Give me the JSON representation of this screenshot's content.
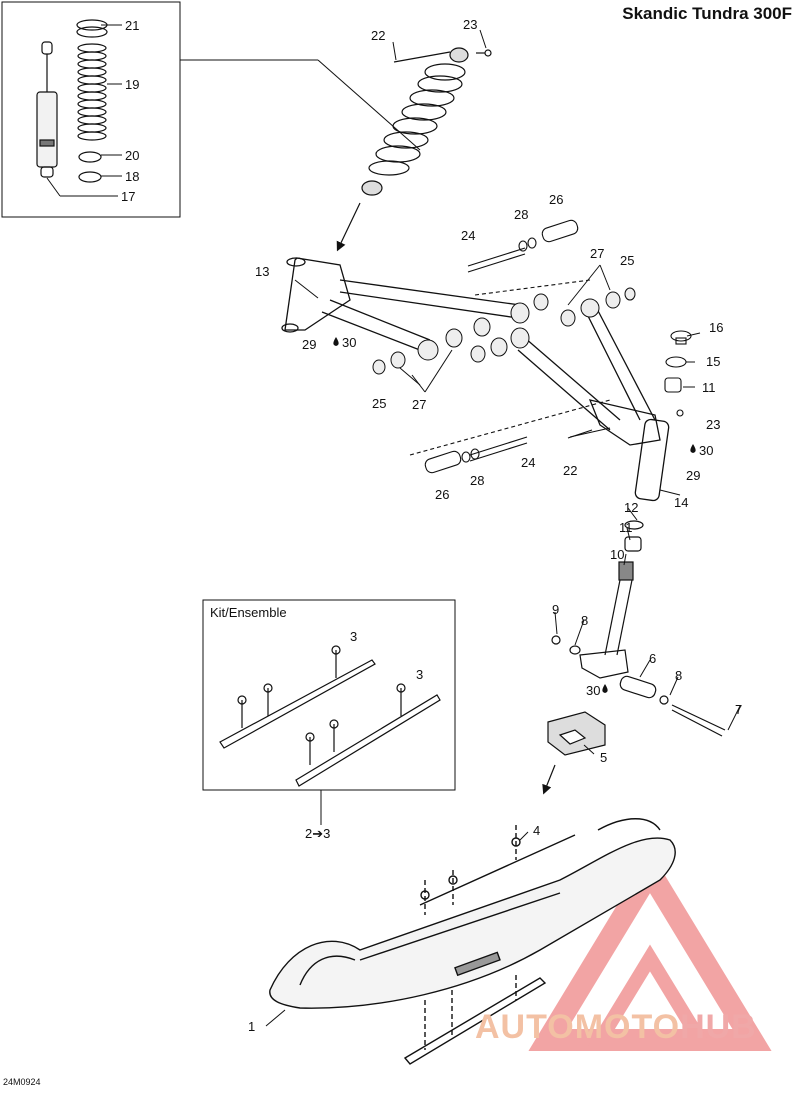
{
  "title": "Skandic Tundra 300F",
  "figure_code": "24M0924",
  "kit_box_label": "Kit/Ensemble",
  "kit_note": "2➔3",
  "watermark": {
    "part1": "AUTOMOTO",
    "part2": "HUB"
  },
  "colors": {
    "line": "#111111",
    "watermark_red": "#e85a5a",
    "watermark_orange": "#f2a06a"
  },
  "callouts": [
    {
      "n": "1"
    },
    {
      "n": "3"
    },
    {
      "n": "3"
    },
    {
      "n": "4"
    },
    {
      "n": "5"
    },
    {
      "n": "6"
    },
    {
      "n": "7"
    },
    {
      "n": "8"
    },
    {
      "n": "8"
    },
    {
      "n": "9"
    },
    {
      "n": "10"
    },
    {
      "n": "11"
    },
    {
      "n": "11"
    },
    {
      "n": "12"
    },
    {
      "n": "13"
    },
    {
      "n": "14"
    },
    {
      "n": "15"
    },
    {
      "n": "16"
    },
    {
      "n": "17"
    },
    {
      "n": "18"
    },
    {
      "n": "19"
    },
    {
      "n": "20"
    },
    {
      "n": "21"
    },
    {
      "n": "22"
    },
    {
      "n": "22"
    },
    {
      "n": "23"
    },
    {
      "n": "23"
    },
    {
      "n": "24"
    },
    {
      "n": "24"
    },
    {
      "n": "25"
    },
    {
      "n": "25"
    },
    {
      "n": "26"
    },
    {
      "n": "26"
    },
    {
      "n": "27"
    },
    {
      "n": "27"
    },
    {
      "n": "28"
    },
    {
      "n": "28"
    },
    {
      "n": "29"
    },
    {
      "n": "29"
    },
    {
      "n": "30"
    },
    {
      "n": "30"
    },
    {
      "n": "30"
    }
  ]
}
